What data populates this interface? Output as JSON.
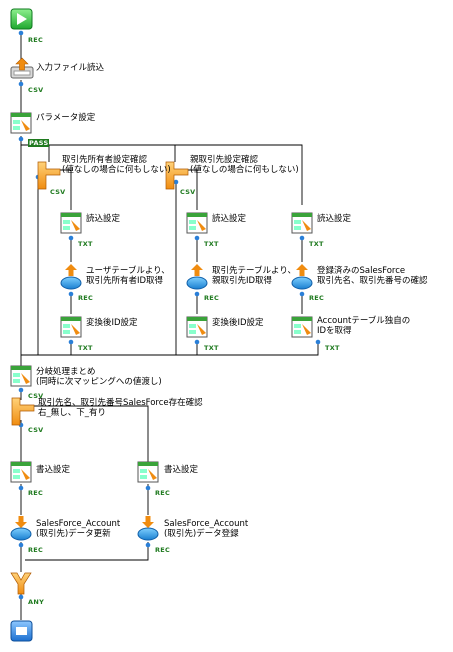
{
  "colors": {
    "start": "#2ecc40",
    "end": "#2a7fd8",
    "connector": "#000000",
    "port": "#1f7a1f",
    "branch": "#f7a21a",
    "db": "#1f8fd8"
  },
  "nodes": {
    "start": {
      "label": "",
      "port": "REC"
    },
    "input_file": {
      "label": "入力ファイル読込",
      "port": "CSV"
    },
    "params": {
      "label": "パラメータ設定",
      "port": "PASS"
    },
    "branch_owner": {
      "line1": "取引先所有者設定確認",
      "line2": "(値なしの場合に何もしない)",
      "port": "CSV"
    },
    "branch_parent": {
      "line1": "親取引先設定確認",
      "line2": "(値なしの場合に何もしない)",
      "port": "CSV"
    },
    "read1": {
      "label": "読込設定",
      "port": "TXT"
    },
    "read2": {
      "label": "読込設定",
      "port": "TXT"
    },
    "read3": {
      "label": "読込設定",
      "port": "TXT"
    },
    "sf_owner": {
      "line1": "ユーザテーブルより、",
      "line2": "取引先所有者ID取得",
      "port": "REC"
    },
    "sf_parent": {
      "line1": "取引先テーブルより、",
      "line2": "親取引先ID取得",
      "port": "REC"
    },
    "sf_check": {
      "line1": "登録済みのSalesForce",
      "line2": "取引先名、取引先番号の確認",
      "port": "REC"
    },
    "conv1": {
      "label": "変換後ID設定",
      "port": "TXT"
    },
    "conv2": {
      "label": "変換後ID設定",
      "port": "TXT"
    },
    "acct_id": {
      "line1": "Accountテーブル独自の",
      "line2": "IDを取得",
      "port": "TXT"
    },
    "merge": {
      "line1": "分岐処理まとめ",
      "line2": "(同時に次マッピングへの値渡し)",
      "port": "CSV"
    },
    "branch_exist": {
      "line1": "取引先名、取引先番号SalesForce存在確認",
      "line2": "右_無し、下_有り",
      "port": "CSV"
    },
    "write1": {
      "label": "書込設定",
      "port": "REC"
    },
    "write2": {
      "label": "書込設定",
      "port": "REC"
    },
    "sf_update": {
      "line1": "SalesForce_Account",
      "line2": "(取引先)データ更新",
      "port": "REC"
    },
    "sf_insert": {
      "line1": "SalesForce_Account",
      "line2": "(取引先)データ登録",
      "port": "REC"
    },
    "join": {
      "label": "",
      "port": "ANY"
    },
    "end": {
      "label": ""
    }
  }
}
